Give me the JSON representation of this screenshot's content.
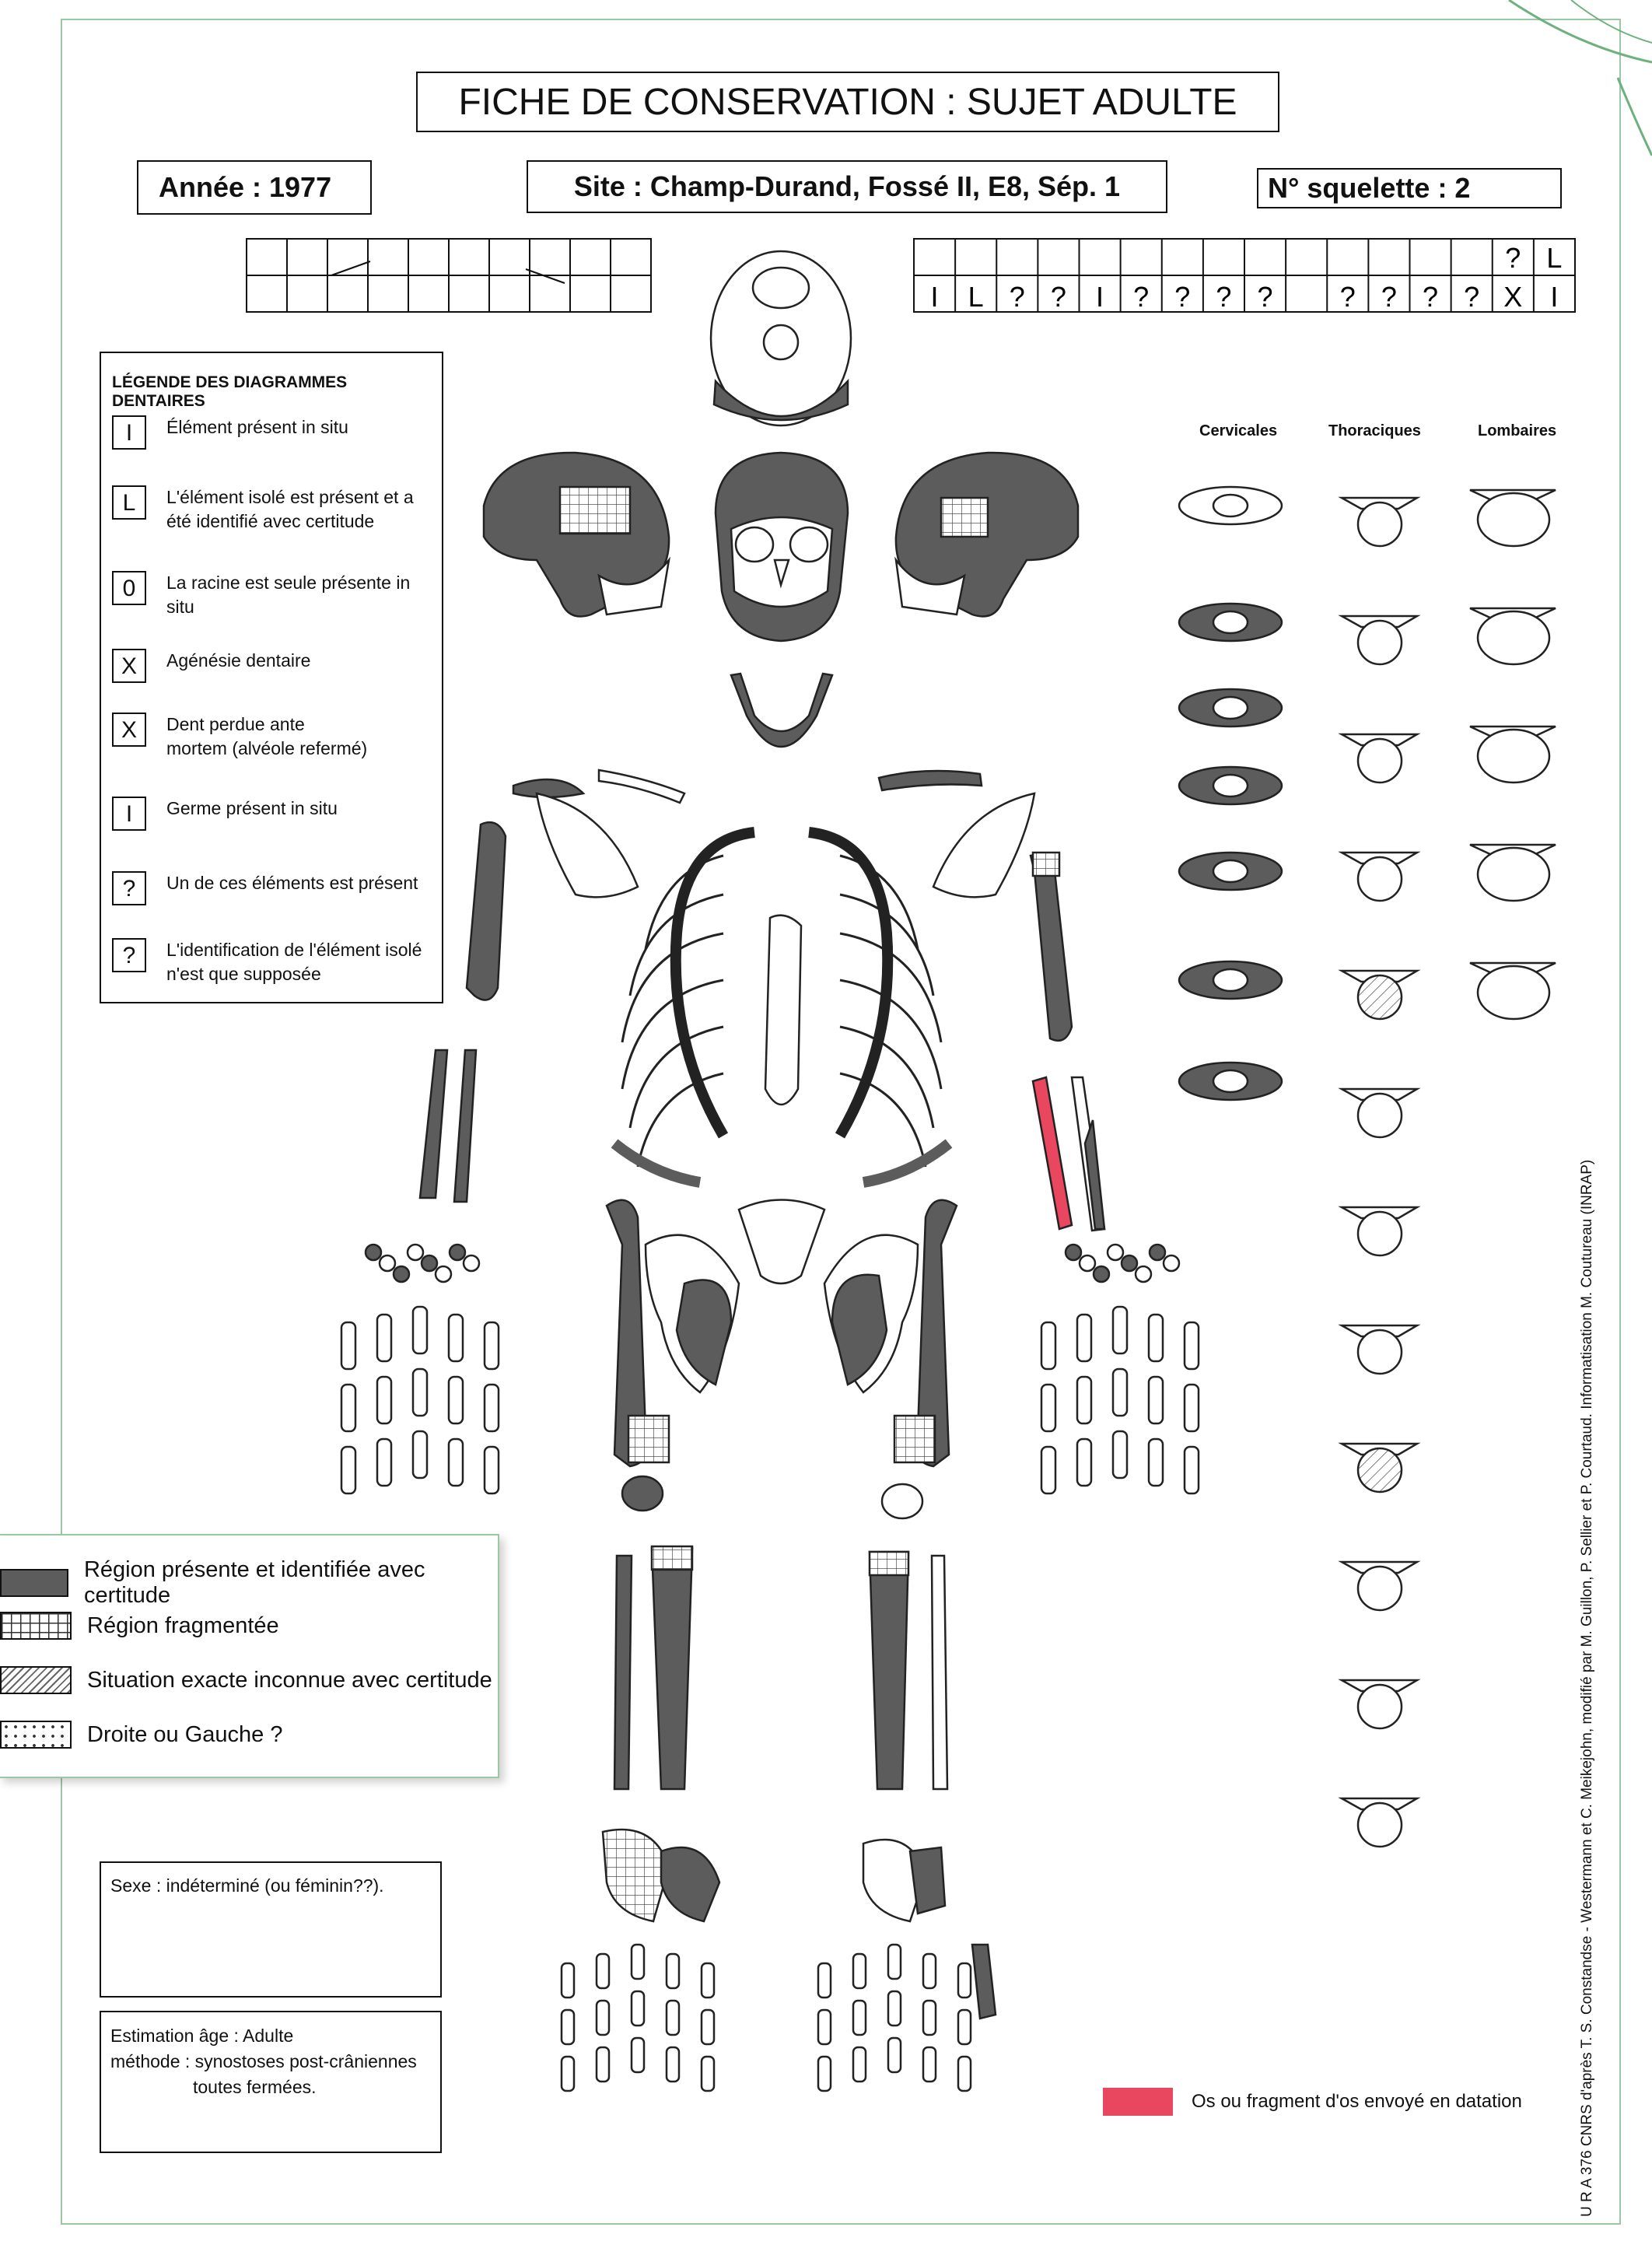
{
  "title": "FICHE DE CONSERVATION : SUJET ADULTE",
  "annee": "Année : 1977",
  "site": "Site : Champ-Durand, Fossé II, E8, Sép. 1",
  "numero": "N° squelette : 2",
  "dental": {
    "right_top": [
      "",
      "",
      "",
      "",
      "",
      "",
      "",
      "",
      "",
      "",
      "",
      "",
      "",
      "",
      "?",
      "L"
    ],
    "right_bottom": [
      "I",
      "L",
      "?",
      "?",
      "I",
      "?",
      "?",
      "?",
      "?",
      "",
      "?",
      "?",
      "?",
      "?",
      "X",
      "I"
    ]
  },
  "legend": {
    "title": "LÉGENDE DES DIAGRAMMES DENTAIRES",
    "items": [
      {
        "symbol": "I",
        "text": "Élément présent in situ"
      },
      {
        "symbol": "L",
        "text": "L'élément isolé est présent et a été identifié avec certitude"
      },
      {
        "symbol": "0",
        "text": "La racine est seule présente in situ"
      },
      {
        "symbol": "X",
        "text": "Agénésie dentaire"
      },
      {
        "symbol": "X",
        "text": "Dent perdue ante mortem (alvéole refermé)"
      },
      {
        "symbol": "I",
        "text": "Germe présent in situ"
      },
      {
        "symbol": "?",
        "text": "Un de ces éléments est présent"
      },
      {
        "symbol": "?",
        "text": "L'identification de l'élément isolé n'est que supposée"
      }
    ]
  },
  "vertebrae_labels": {
    "cervical": "Cervicales",
    "thoracic": "Thoraciques",
    "lumbar": "Lombaires"
  },
  "region_legend": [
    {
      "label": "Région présente et identifiée avec certitude",
      "pattern": "solid"
    },
    {
      "label": "Région fragmentée",
      "pattern": "grid"
    },
    {
      "label": "Situation exacte inconnue avec certitude",
      "pattern": "hatch"
    },
    {
      "label": "Droite ou Gauche ?",
      "pattern": "dots"
    }
  ],
  "sexe": "Sexe : indéterminé (ou féminin??).",
  "age": {
    "line1": "Estimation âge :  Adulte",
    "line2": "méthode : synostoses post-crâniennes",
    "line3": "toutes fermées."
  },
  "datation": "Os ou fragment d'os envoyé en datation",
  "credit": "U R A  376 CNRS d'après T. S. Constandse - Westermann et C. Meikejohn, modifié par M. Guillon, P. Sellier et P. Courtaud. Informatisation M. Coutureau (INRAP)",
  "colors": {
    "bone": "#5c5c5c",
    "frame": "#9cc7a5",
    "dated": "#e8475f"
  }
}
